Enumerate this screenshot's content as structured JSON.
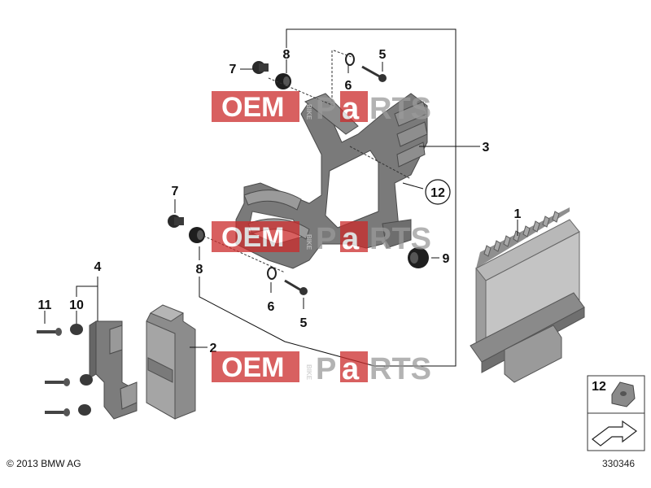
{
  "callouts": {
    "c1": "1",
    "c2": "2",
    "c3": "3",
    "c4": "4",
    "c5a": "5",
    "c5b": "5",
    "c6a": "6",
    "c6b": "6",
    "c7a": "7",
    "c7b": "7",
    "c8a": "8",
    "c8b": "8",
    "c9": "9",
    "c10": "10",
    "c11": "11",
    "c12": "12",
    "c12box": "12"
  },
  "watermark": {
    "oem": "OEM",
    "bike": "BIKE",
    "p": "P",
    "a": "a",
    "rts": "RTS",
    "colors": {
      "red": "#cc2b2b",
      "gray": "#9a9a9a"
    }
  },
  "copyright": "© 2013 BMW AG",
  "doc_number": "330346"
}
